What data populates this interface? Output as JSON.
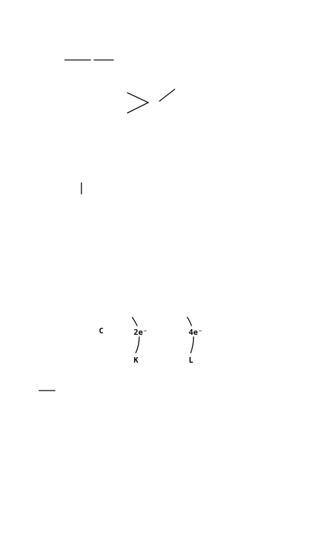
{
  "diagram": {
    "atom_symbol": "C",
    "shells": [
      {
        "electrons": "2e⁻",
        "shell_name": "K"
      },
      {
        "electrons": "4e⁻",
        "shell_name": "L"
      }
    ]
  }
}
